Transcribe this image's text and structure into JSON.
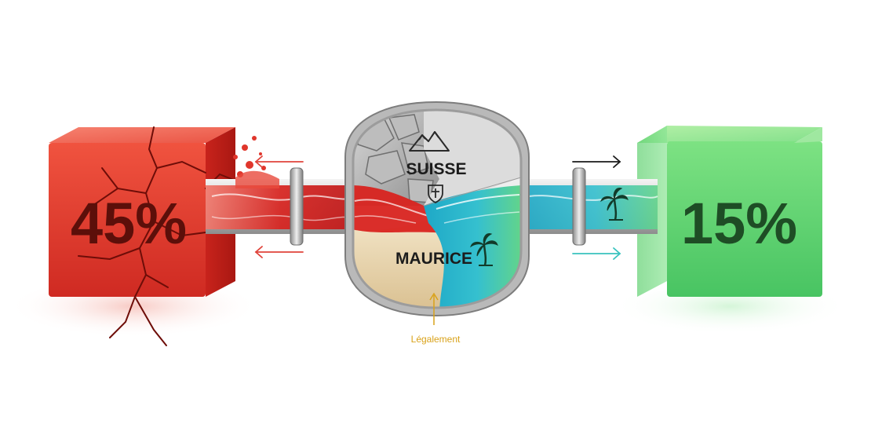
{
  "left_block": {
    "value": "45%",
    "color": "#e2362b"
  },
  "right_block": {
    "value": "15%",
    "color": "#4fcf68"
  },
  "chamber": {
    "top_label": "SUISSE",
    "bottom_label": "MAURICE"
  },
  "annotation": {
    "text": "Légalement",
    "color": "#d9a21a"
  },
  "icons": [
    "mountain-icon",
    "shield-icon",
    "palm-tree-icon",
    "arrow-left-icon",
    "arrow-right-icon"
  ],
  "colors": {
    "red_flow": "#d8231f",
    "blue_flow": "#2bb6c9",
    "green_flow": "#5fd36d",
    "sand": "#e8d5b0",
    "pipe": "#c4c4c4"
  }
}
